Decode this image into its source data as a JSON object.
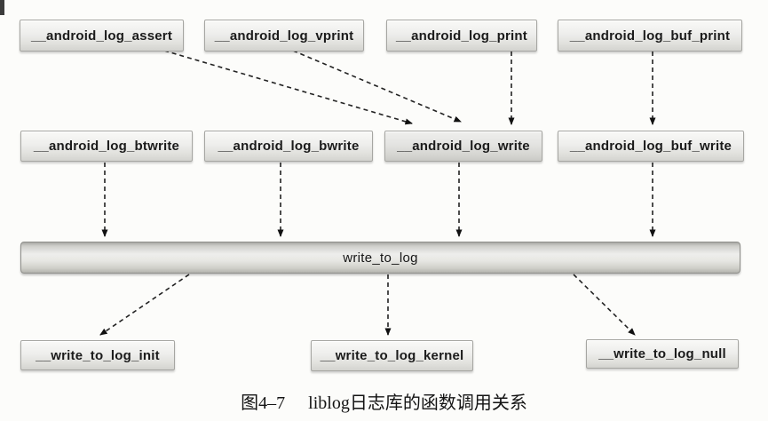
{
  "figure": {
    "caption_label": "图4–7",
    "caption_text": "liblog日志库的函数调用关系"
  },
  "diagram": {
    "nodes": [
      {
        "id": "android_log_assert",
        "label": "__android_log_assert"
      },
      {
        "id": "android_log_vprint",
        "label": "__android_log_vprint"
      },
      {
        "id": "android_log_print",
        "label": "__android_log_print"
      },
      {
        "id": "android_log_buf_print",
        "label": "__android_log_buf_print"
      },
      {
        "id": "android_log_btwrite",
        "label": "__android_log_btwrite"
      },
      {
        "id": "android_log_bwrite",
        "label": "__android_log_bwrite"
      },
      {
        "id": "android_log_write",
        "label": "__android_log_write"
      },
      {
        "id": "android_log_buf_write",
        "label": "__android_log_buf_write"
      },
      {
        "id": "write_to_log",
        "label": "write_to_log"
      },
      {
        "id": "write_to_log_init",
        "label": "__write_to_log_init"
      },
      {
        "id": "write_to_log_kernel",
        "label": "__write_to_log_kernel"
      },
      {
        "id": "write_to_log_null",
        "label": "__write_to_log_null"
      }
    ],
    "edges": [
      {
        "from": "android_log_assert",
        "to": "android_log_write"
      },
      {
        "from": "android_log_vprint",
        "to": "android_log_write"
      },
      {
        "from": "android_log_print",
        "to": "android_log_write"
      },
      {
        "from": "android_log_buf_print",
        "to": "android_log_buf_write"
      },
      {
        "from": "android_log_btwrite",
        "to": "write_to_log"
      },
      {
        "from": "android_log_bwrite",
        "to": "write_to_log"
      },
      {
        "from": "android_log_write",
        "to": "write_to_log"
      },
      {
        "from": "android_log_buf_write",
        "to": "write_to_log"
      },
      {
        "from": "write_to_log",
        "to": "write_to_log_init"
      },
      {
        "from": "write_to_log",
        "to": "write_to_log_kernel"
      },
      {
        "from": "write_to_log",
        "to": "write_to_log_null"
      }
    ],
    "edge_style": {
      "line_color": "#222222",
      "dashed": true,
      "arrowhead_color": "#111111"
    },
    "colors": {
      "node_fill": "#e8e8e4",
      "node_border": "#a6a6a2",
      "bar_fill": "#d9d9d5",
      "background": "#fcfcfa"
    }
  }
}
